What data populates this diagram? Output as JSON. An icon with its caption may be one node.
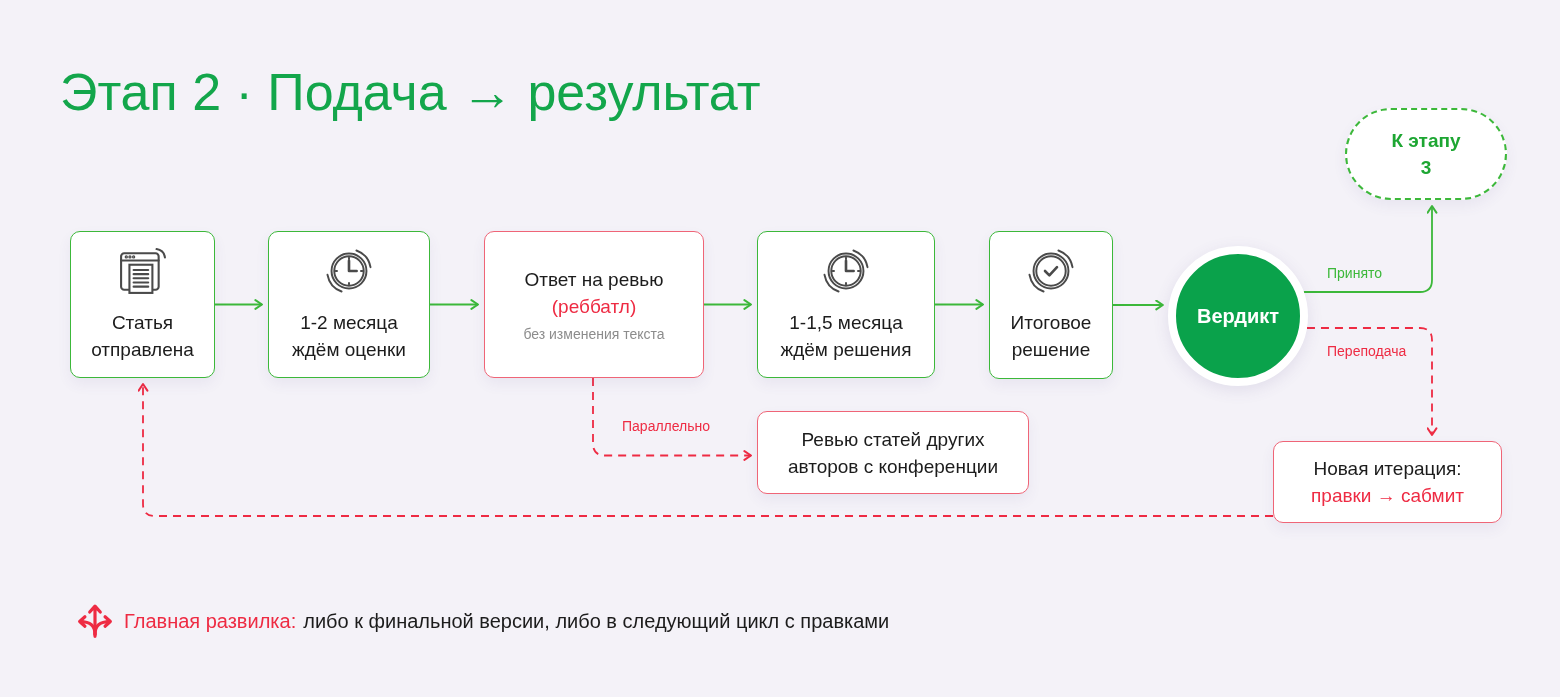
{
  "diagram": {
    "title": "Этап 2 · Подача → результат",
    "nodes": [
      {
        "text": [
          "Статья отправлена"
        ]
      },
      {
        "text": [
          "1-2 месяца ждём оценки"
        ]
      },
      {
        "text": [
          "Ответ на ревью",
          "(реббатл)",
          "без изменения текста"
        ]
      },
      {
        "text": [
          "1-1,5 месяца ждём решения"
        ]
      },
      {
        "text": [
          "Итоговое решение"
        ]
      },
      {
        "text": [
          "Вердикт"
        ]
      },
      {
        "text": [
          "К этапу 3"
        ]
      },
      {
        "text": [
          "Ревью статей других авторов с конференции"
        ]
      },
      {
        "text": [
          "Новая итерация:",
          "правки → сабмит"
        ]
      }
    ],
    "edges": [
      {
        "from": 0,
        "to": 1,
        "arrow": "to"
      },
      {
        "from": 1,
        "to": 2,
        "arrow": "to"
      },
      {
        "from": 2,
        "to": 3,
        "arrow": "to"
      },
      {
        "from": 3,
        "to": 4,
        "arrow": "to"
      },
      {
        "from": 4,
        "to": 5,
        "arrow": "to"
      },
      {
        "from": 5,
        "to": 6,
        "arrow": "to",
        "label": "Принято"
      },
      {
        "from": 5,
        "to": 8,
        "arrow": "to",
        "label": "Переподача",
        "style": "dashed",
        "color": "#ee2b43"
      },
      {
        "from": 2,
        "to": 7,
        "arrow": "to",
        "label": "Параллельно",
        "style": "dashed",
        "color": "#ee2b43"
      },
      {
        "from": 8,
        "to": 0,
        "arrow": "to",
        "style": "dashed",
        "color": "#ee2b43"
      }
    ],
    "labels": [
      "Главная развилка:",
      "либо к финальной версии, либо в следующий цикл с правками"
    ]
  }
}
